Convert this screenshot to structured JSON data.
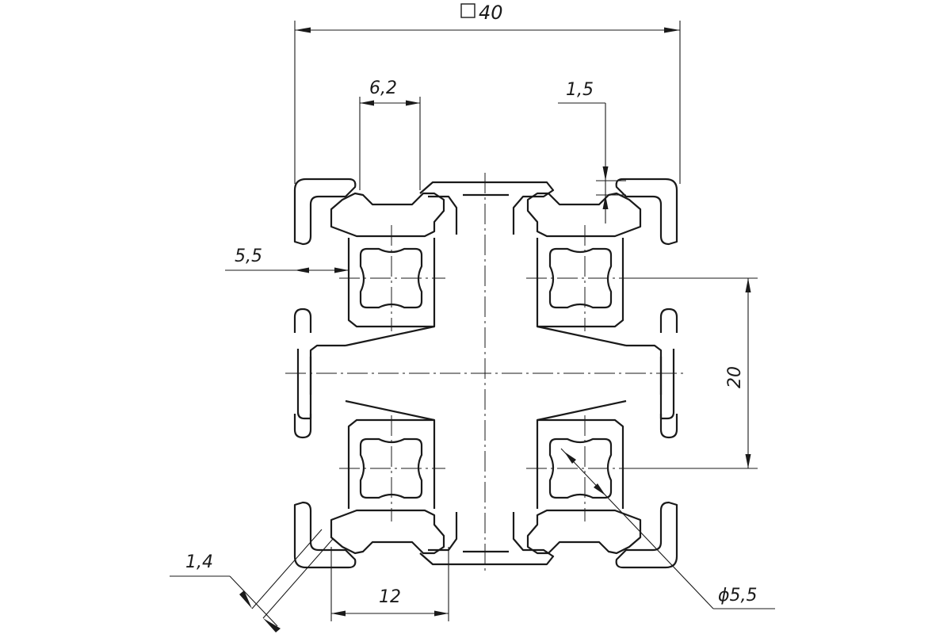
{
  "drawing": {
    "title_square_symbol": "□",
    "dimensions": {
      "overall": "40",
      "slot_opening": "6,2",
      "lip_thickness": "1,5",
      "slot_depth": "5,5",
      "center_distance": "20",
      "wall_thickness": "1,4",
      "slot_inner": "12",
      "core_hole": "ϕ5,5"
    },
    "colors": {
      "line": "#1a1a1a",
      "background": "#ffffff"
    }
  }
}
